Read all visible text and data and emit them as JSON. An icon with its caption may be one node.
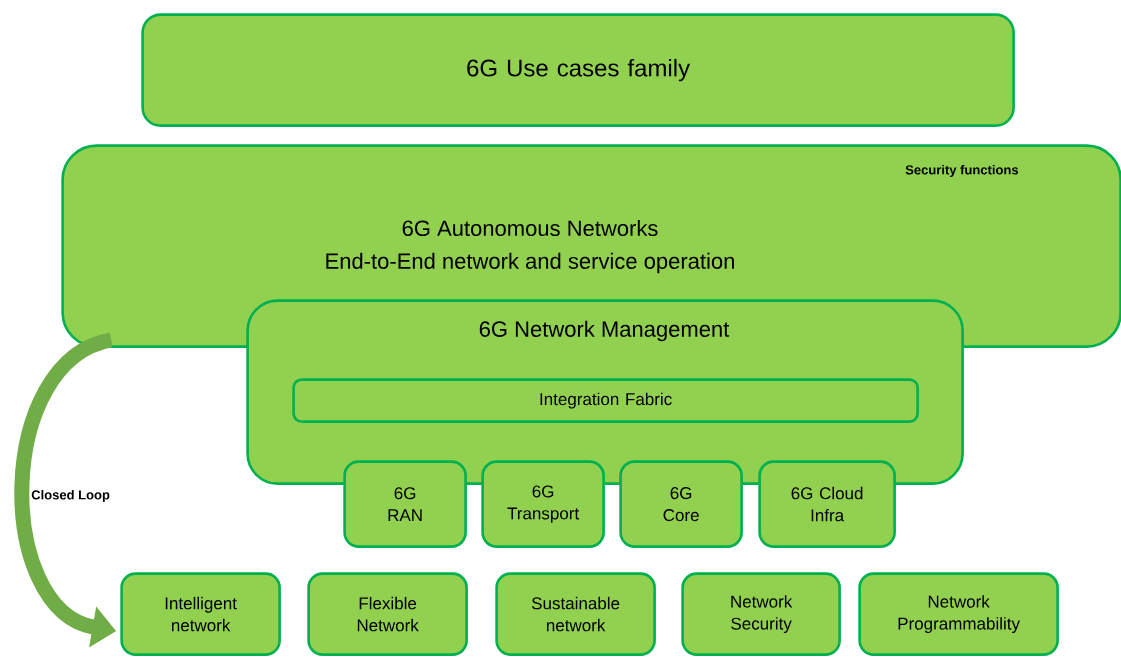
{
  "diagram": {
    "nodes": [
      {
        "text": [
          "6G Use cases family"
        ]
      },
      {
        "text": [
          "Security functions",
          "6G Autonomous Networks",
          "End-to-End network and service operation"
        ]
      },
      {
        "text": [
          "6G Network Management"
        ]
      },
      {
        "text": [
          "Integration Fabric"
        ],
        "in": 2
      },
      {
        "text": [
          "6G RAN"
        ]
      },
      {
        "text": [
          "6G Transport"
        ]
      },
      {
        "text": [
          "6G Core"
        ]
      },
      {
        "text": [
          "6G Cloud Infra"
        ]
      },
      {
        "text": [
          "Intelligent network"
        ]
      },
      {
        "text": [
          "Flexible Network"
        ]
      },
      {
        "text": [
          "Sustainable network"
        ]
      },
      {
        "text": [
          "Network Security"
        ]
      },
      {
        "text": [
          "Network Programmability"
        ]
      }
    ],
    "edges": [
      {
        "from": 1,
        "to": 8,
        "arrow": "to",
        "label": "Closed Loop"
      }
    ]
  }
}
